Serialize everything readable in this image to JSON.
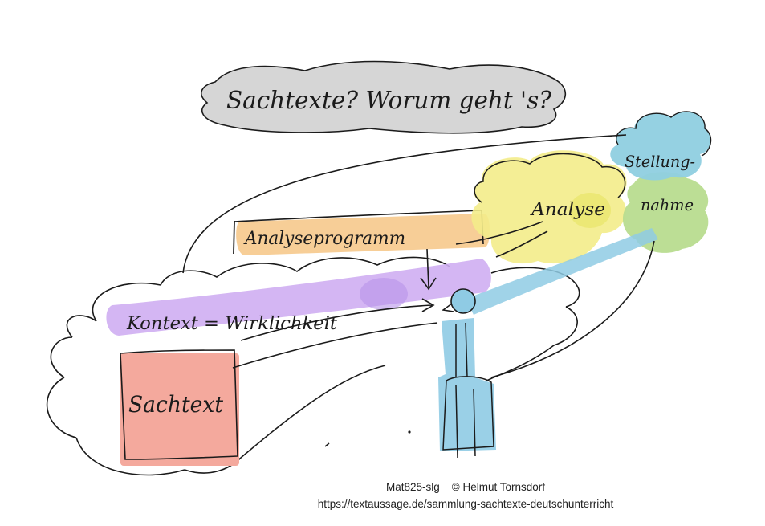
{
  "title": "Sachtexte? Worum geht 's?",
  "labels": {
    "analyseprogramm": "Analyseprogramm",
    "analyse": "Analyse",
    "stellungnahme_1": "Stellung-",
    "stellungnahme_2": "nahme",
    "kontext": "Kontext = Wirklichkeit",
    "sachtext": "Sachtext"
  },
  "credits": {
    "material_id": "Mat825-slg",
    "copyright": "© Helmut Tornsdorf",
    "url": "https://textaussage.de/sammlung-sachtexte-deutschunterricht"
  },
  "colors": {
    "title_cloud": "#d4d4d4",
    "analyseprogramm_band": "#f6c98c",
    "analyse_cloud": "#f3ec8a",
    "stellung_cloud": "#8fcfe0",
    "nahme_cloud": "#b8dc8f",
    "kontext_band": "#cfaef2",
    "sachtext_box": "#f4a99d",
    "person": "#8fcbe4",
    "ink": "#1b1b1b"
  }
}
